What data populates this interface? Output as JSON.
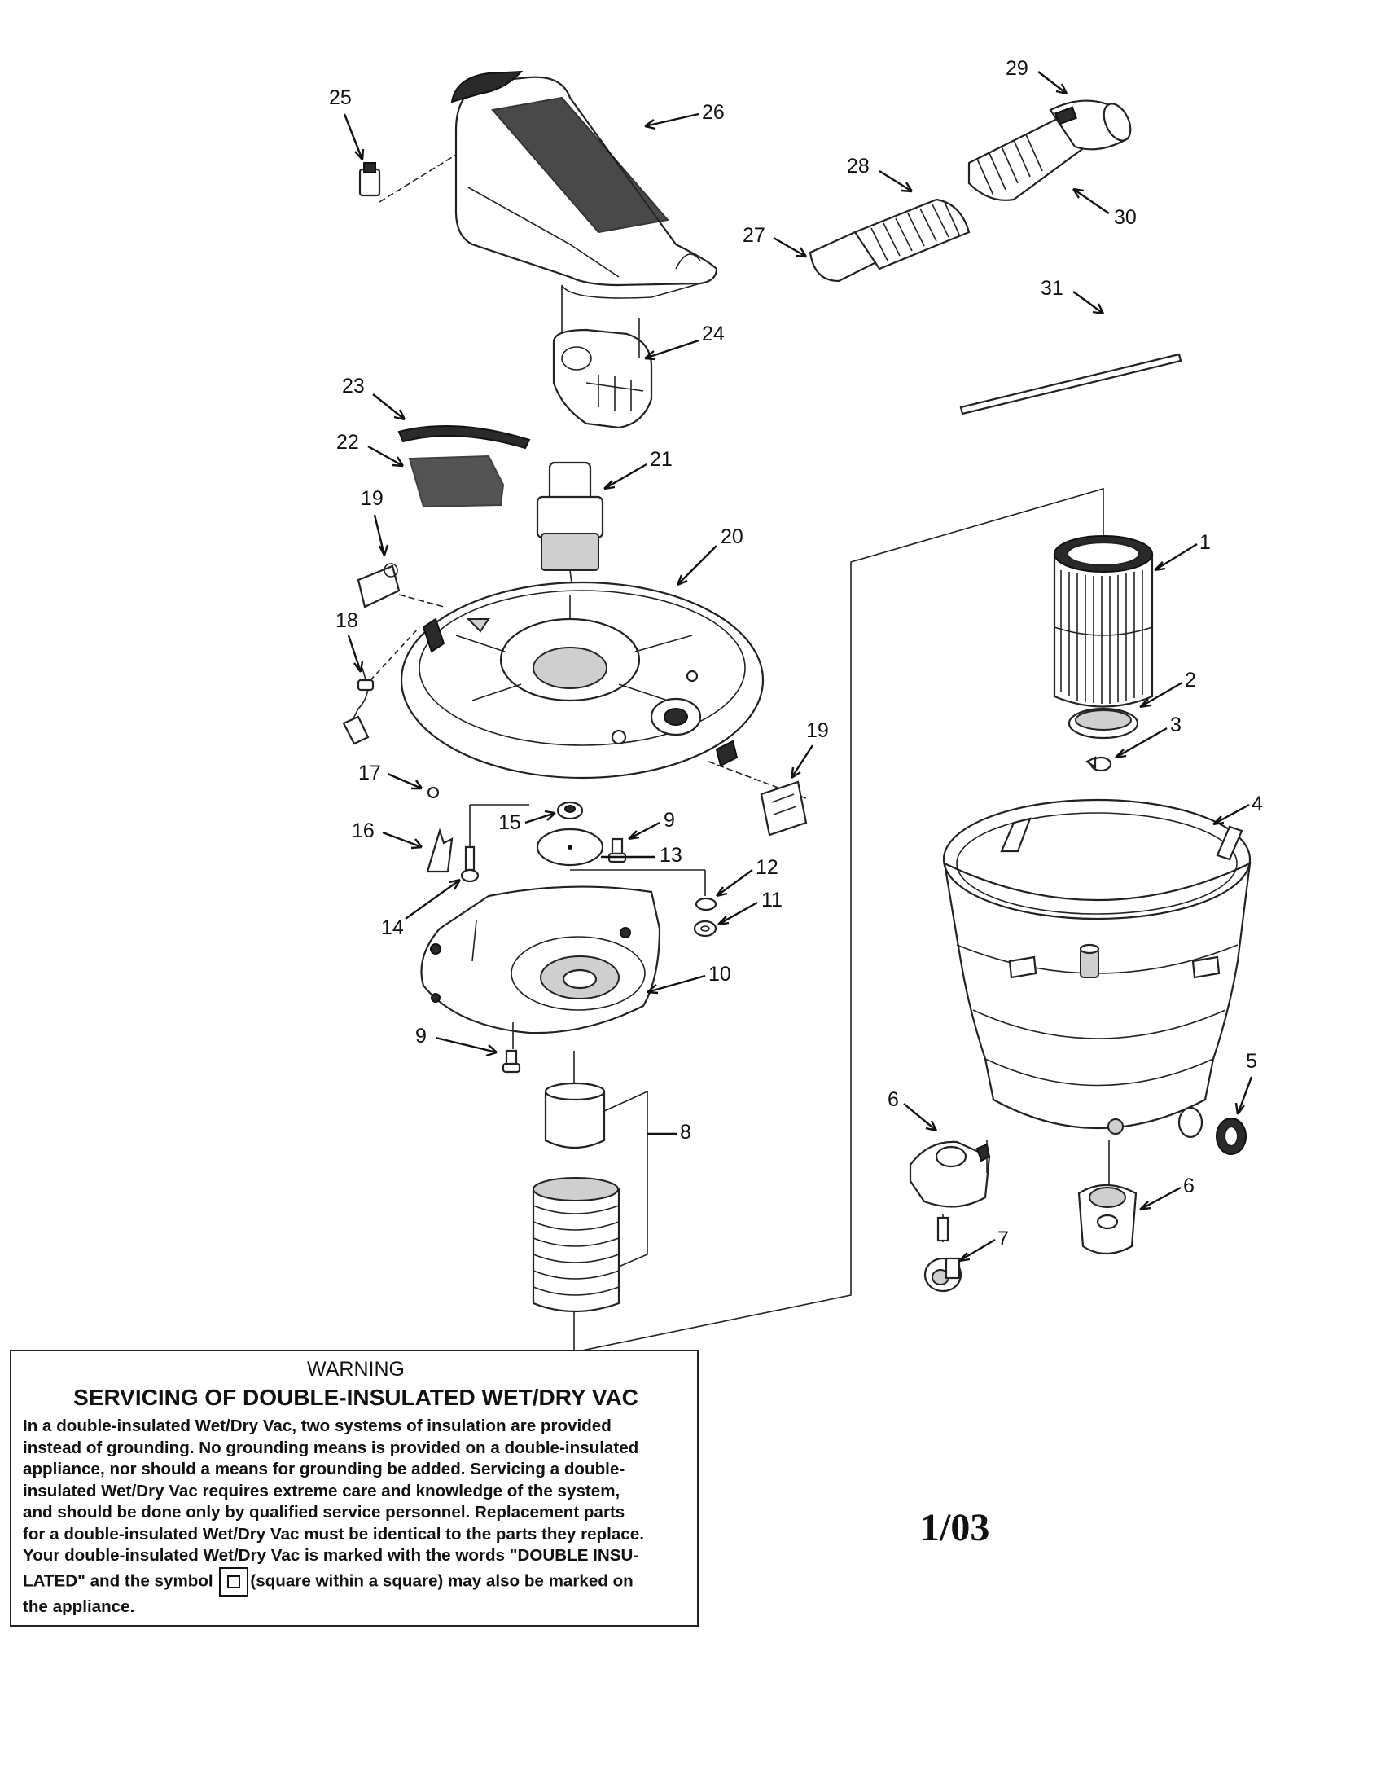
{
  "diagram": {
    "callouts": [
      "1",
      "2",
      "3",
      "4",
      "5",
      "6",
      "6",
      "7",
      "8",
      "9",
      "9",
      "10",
      "11",
      "12",
      "13",
      "14",
      "15",
      "16",
      "17",
      "18",
      "19",
      "19",
      "20",
      "21",
      "22",
      "23",
      "24",
      "25",
      "26",
      "27",
      "28",
      "29",
      "30",
      "31"
    ]
  },
  "warning": {
    "title": "WARNING",
    "heading": "SERVICING OF DOUBLE-INSULATED WET/DRY VAC",
    "lines": [
      "In a double-insulated Wet/Dry Vac, two systems of insulation are provided",
      "instead of grounding. No grounding means is provided on a double-insulated",
      "appliance, nor should a means for grounding be added. Servicing a double-",
      "insulated Wet/Dry Vac requires extreme care and knowledge of the system,",
      "and should be done only by qualified service personnel. Replacement parts",
      "for a double-insulated Wet/Dry Vac must be identical to the parts they replace.",
      "Your double-insulated Wet/Dry Vac is marked with the words \"DOUBLE INSU-"
    ],
    "line8_before": "LATED\" and the symbol",
    "line8_after": "(square within a square) may also be marked on",
    "line9": "the appliance."
  },
  "revision_date": "1/03"
}
